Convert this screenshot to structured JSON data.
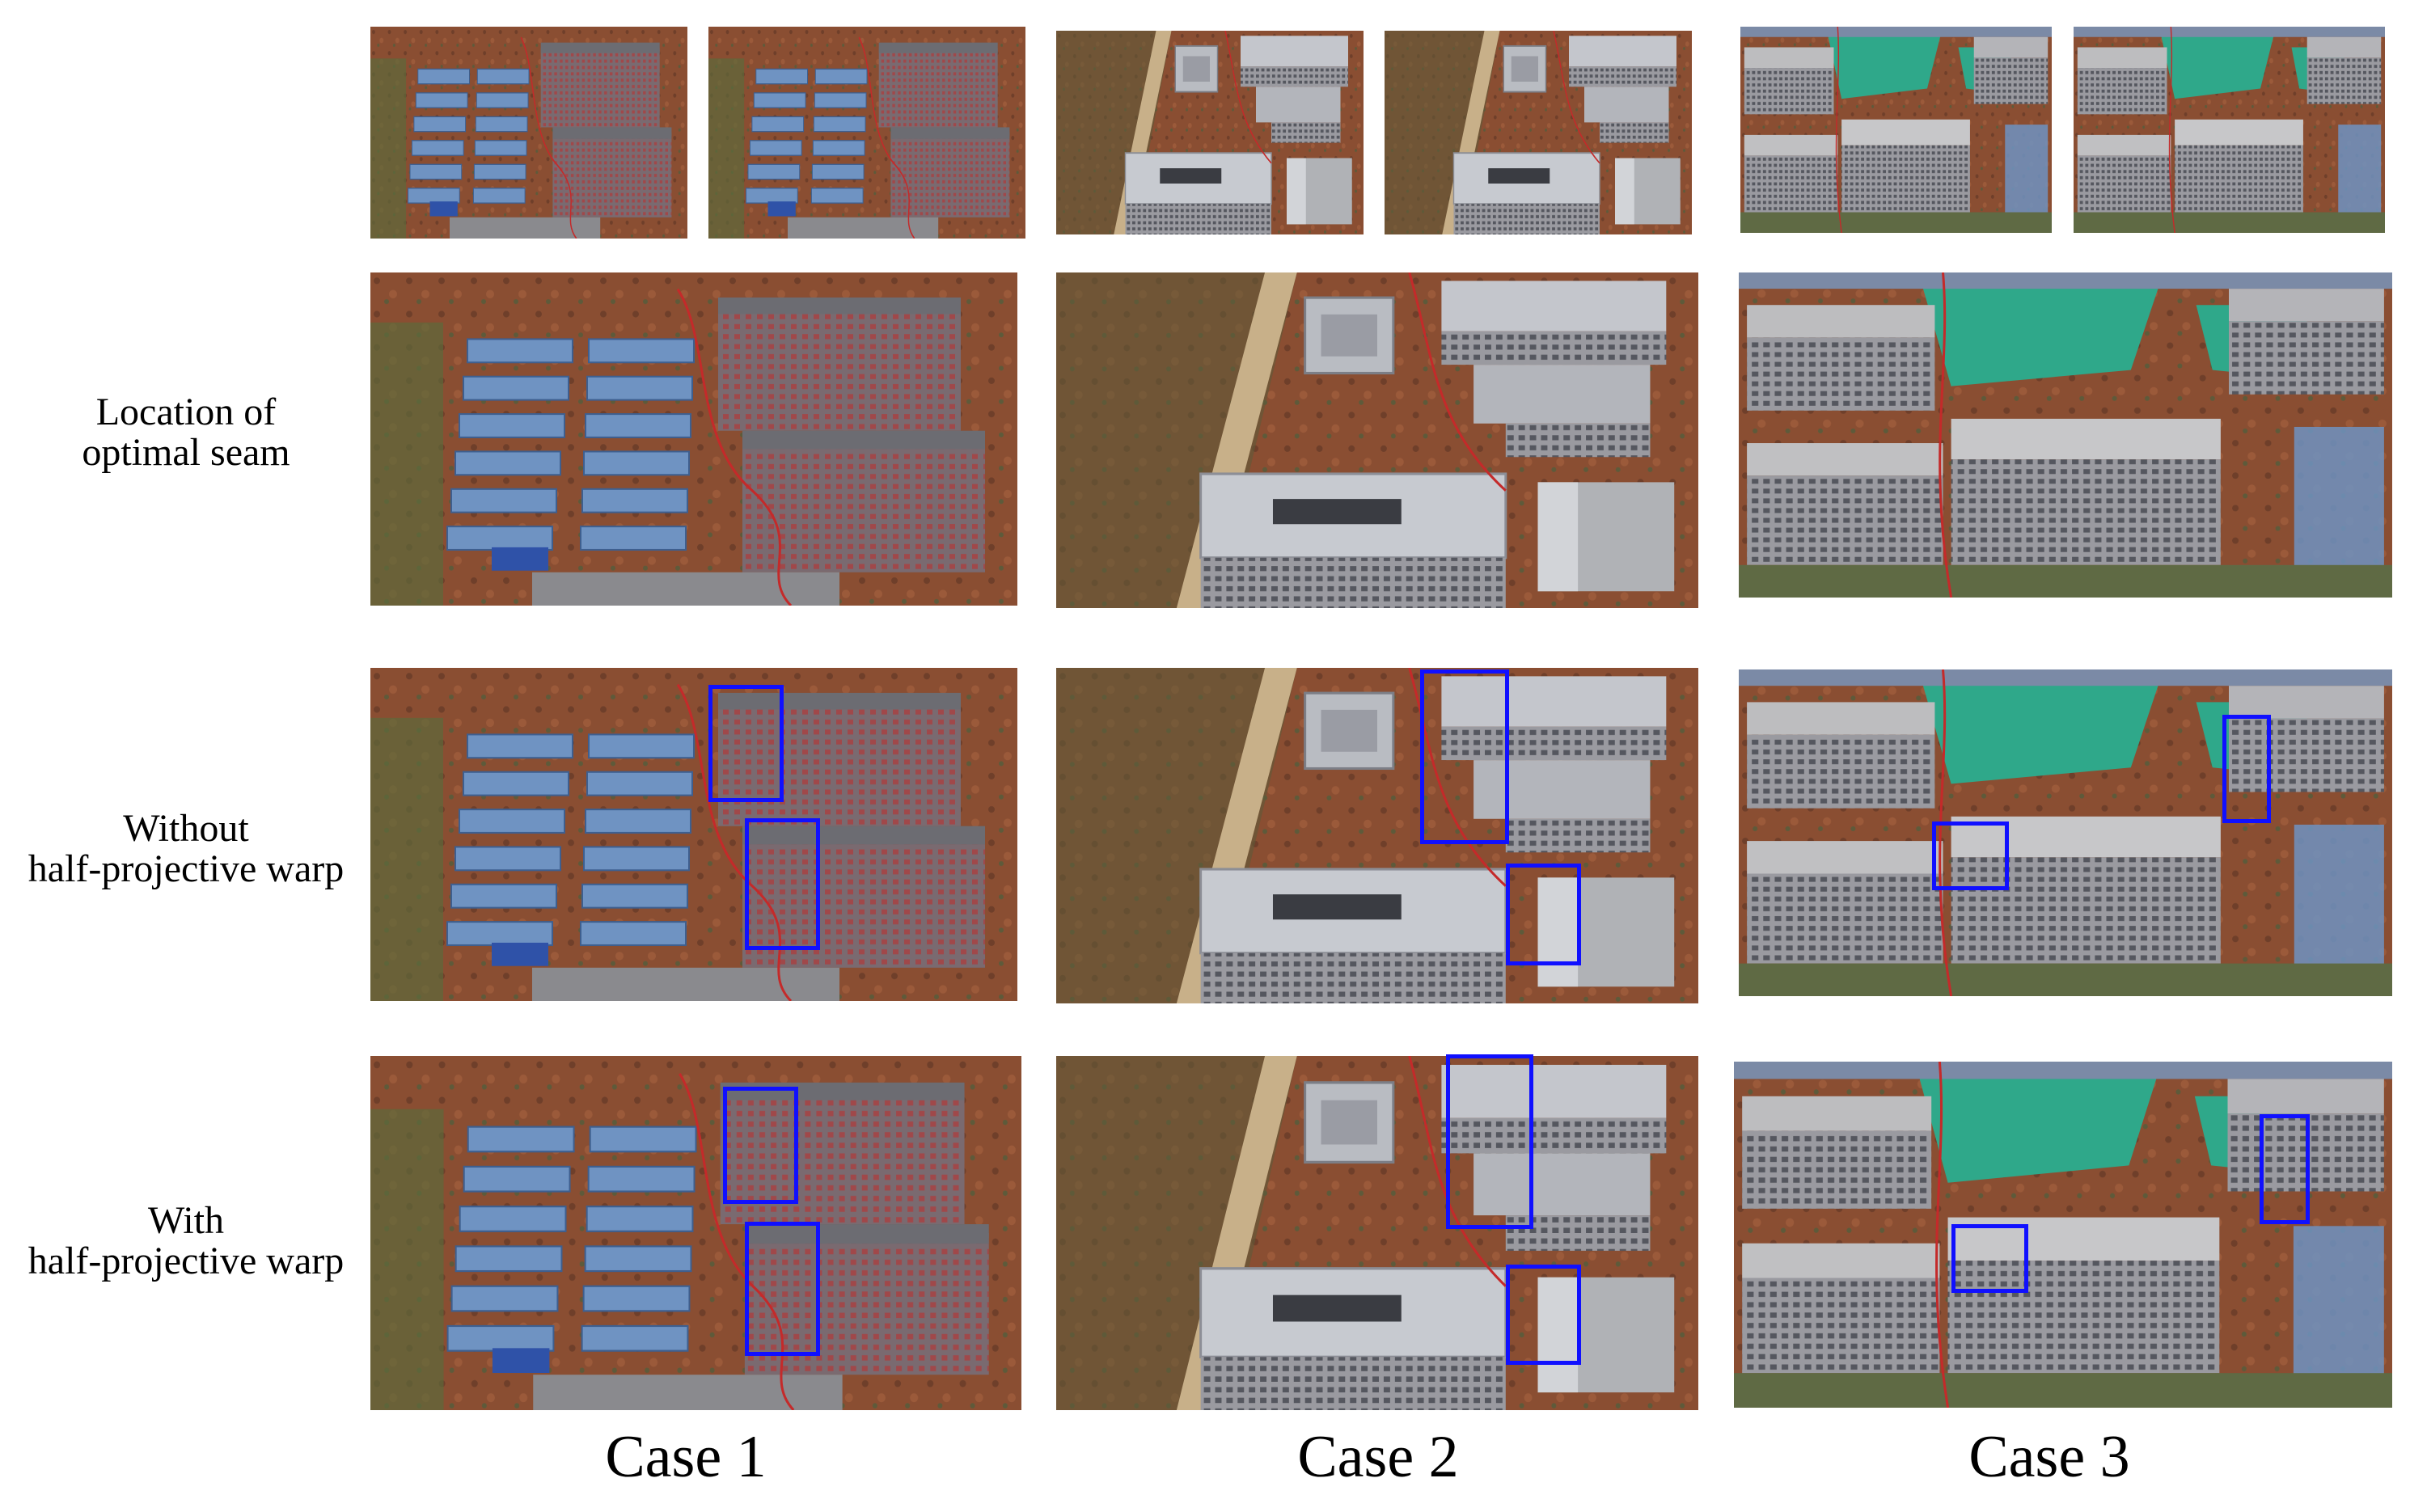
{
  "row_labels": {
    "seam": [
      "Location of",
      "optimal seam"
    ],
    "without": [
      "Without",
      "half-projective warp"
    ],
    "with": [
      "With",
      "half-projective warp"
    ]
  },
  "case_labels": [
    "Case 1",
    "Case 2",
    "Case 3"
  ],
  "colors": {
    "highlight_box": "#1010ff",
    "soil": "#8a4a2e",
    "roof_blue": "#6f93c2",
    "building_grey": "#8f8f93",
    "green_net": "#2fa88a"
  }
}
